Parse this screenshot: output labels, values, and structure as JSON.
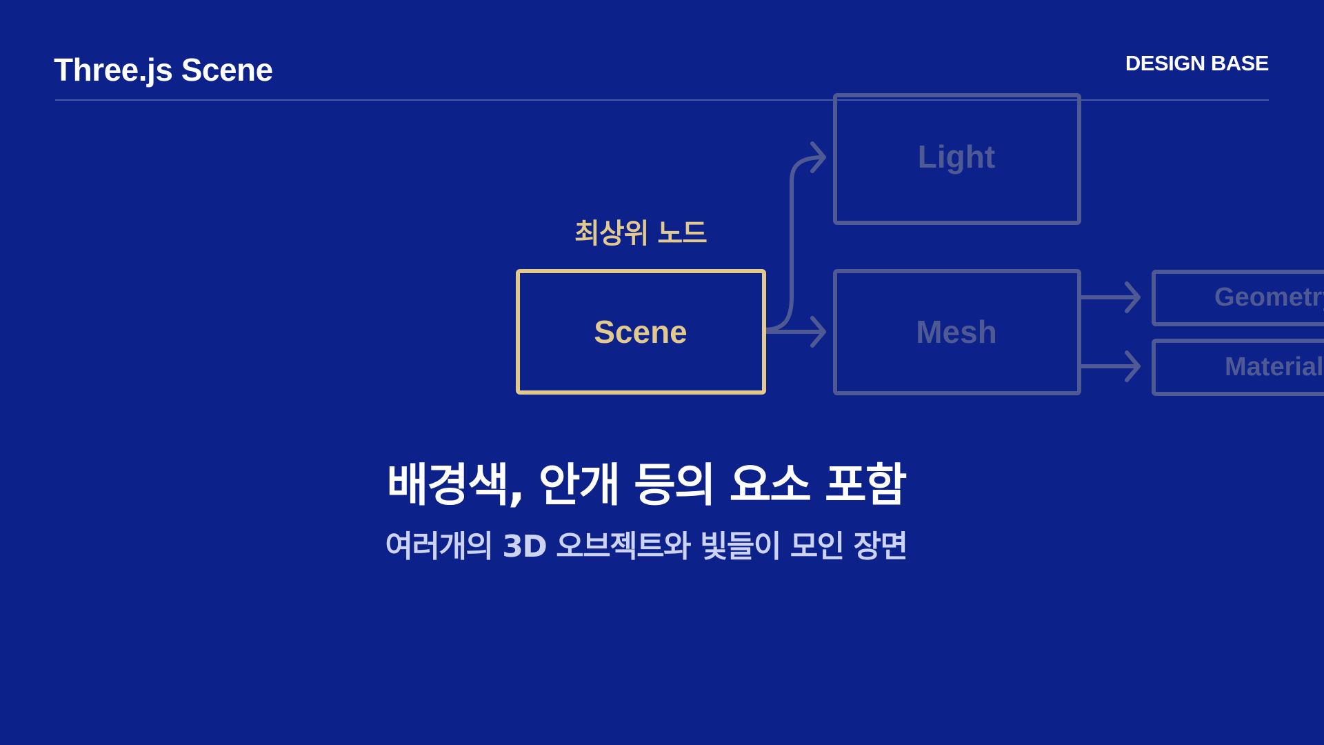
{
  "header": {
    "title": "Three.js Scene",
    "brand": "DESIGN BASE"
  },
  "diagram": {
    "root_caption": "최상위 노드",
    "nodes": {
      "scene": "Scene",
      "light": "Light",
      "mesh": "Mesh",
      "geometry": "Geometry",
      "material": "Material"
    },
    "colors": {
      "background": "#0c218a",
      "highlight": "#e2c98e",
      "dimmed": "#4f5a94"
    }
  },
  "body": {
    "headline": "배경색, 안개 등의 요소 포함",
    "subtext": "여러개의 3D 오브젝트와 빛들이 모인 장면"
  }
}
